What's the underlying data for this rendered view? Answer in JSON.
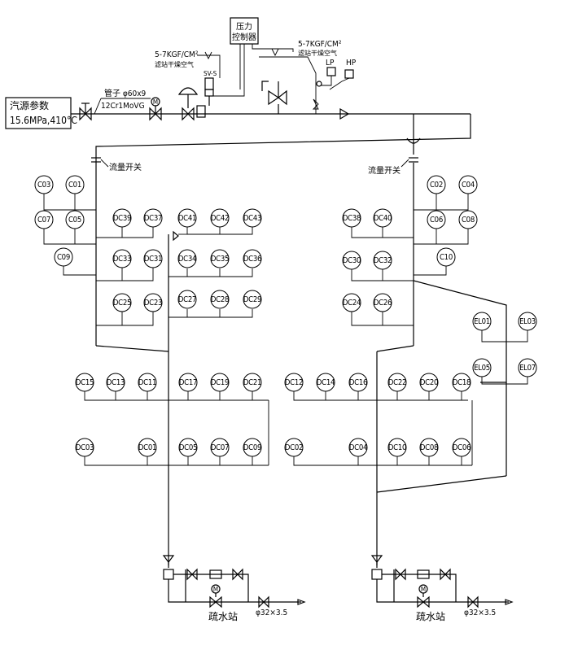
{
  "title": {
    "pressure_controller": [
      "压力",
      "控制器"
    ]
  },
  "source": {
    "line1": "汽源参数",
    "line2": "15.6MPa,410°C"
  },
  "pipe_spec": {
    "line1": "管子 φ60x9",
    "line2": "12Cr1MoVG"
  },
  "air_supply_left": {
    "line1": "5-7KGF/CM²",
    "line2": "滤站干燥空气"
  },
  "air_supply_right": {
    "line1": "5-7KGF/CM²",
    "line2": "滤站干燥空气"
  },
  "valve_labels": {
    "sv": "SV-S",
    "motor": "M",
    "lp": "LP",
    "hp": "HP"
  },
  "flow_switch_left": "流量开关",
  "flow_switch_right": "流量开关",
  "drain_left": {
    "label": "疏水站",
    "pipe": "φ32×3.5",
    "motor": "M"
  },
  "drain_right": {
    "label": "疏水站",
    "pipe": "φ32×3.5",
    "motor": "M"
  },
  "nodes": [
    "C03",
    "C01",
    "C07",
    "C05",
    "C09",
    "DC39",
    "DC37",
    "DC41",
    "DC42",
    "DC43",
    "DC33",
    "DC31",
    "DC34",
    "DC35",
    "DC36",
    "DC25",
    "DC23",
    "DC27",
    "DC28",
    "DC29",
    "DC38",
    "DC40",
    "C02",
    "C04",
    "C06",
    "C08",
    "DC30",
    "DC32",
    "C10",
    "DC24",
    "DC26",
    "EL01",
    "EL03",
    "EL05",
    "EL07",
    "DC15",
    "DC13",
    "DC11",
    "DC17",
    "DC19",
    "DC21",
    "DC12",
    "DC14",
    "DC16",
    "DC22",
    "DC20",
    "DC18",
    "DC03",
    "DC01",
    "DC05",
    "DC07",
    "DC09",
    "DC02",
    "DC04",
    "DC10",
    "DC08",
    "DC06"
  ]
}
